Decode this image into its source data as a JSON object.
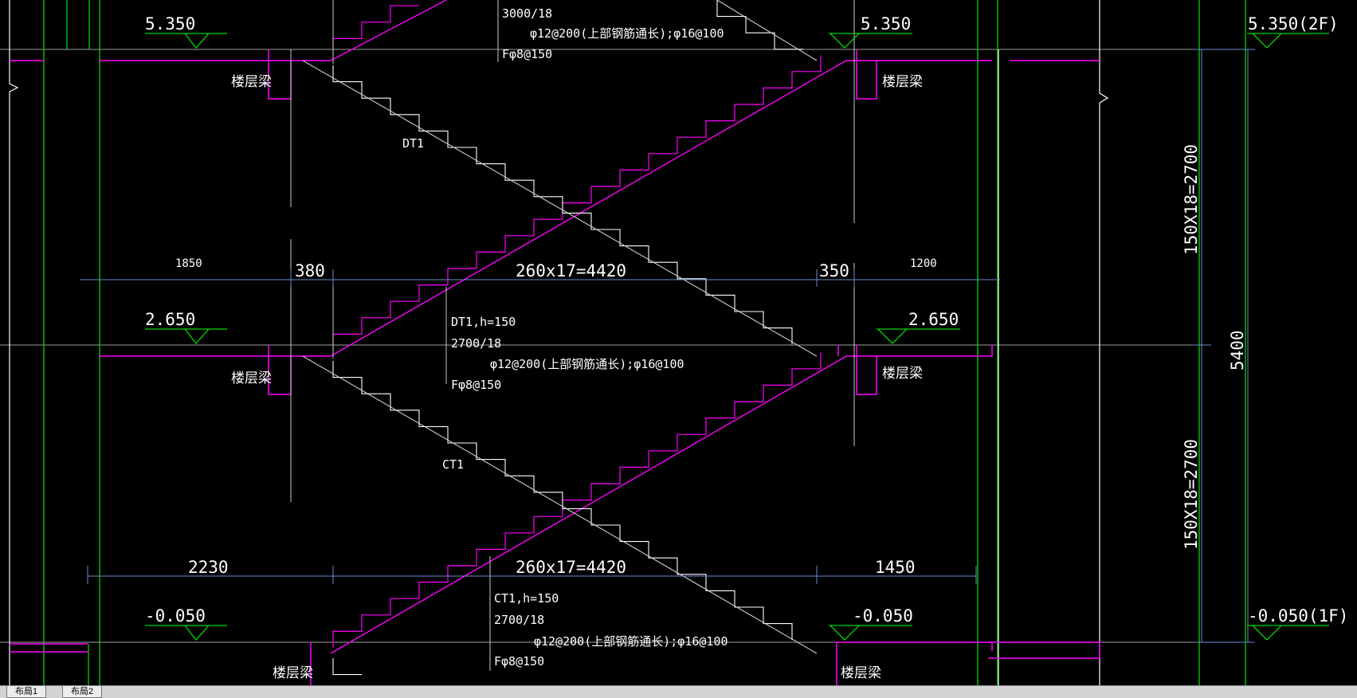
{
  "elevations": {
    "e2f_left": "5.350",
    "e2f_right": "5.350",
    "e2f_axis": "5.350(2F)",
    "emid_left": "2.650",
    "emid_right": "2.650",
    "e1f_left": "-0.050",
    "e1f_right": "-0.050",
    "e1f_axis": "-0.050(1F)"
  },
  "upper_flight": {
    "label": "DT1",
    "note_top": "3000/18",
    "rebar": "φ12@200(上部钢筋通长);φ16@100",
    "dist": "Fφ8@150"
  },
  "mid_flight": {
    "label": "DT1,h=150",
    "steps": "2700/18",
    "rebar": "φ12@200(上部钢筋通长);φ16@100",
    "dist": "Fφ8@150"
  },
  "lower_flight": {
    "label": "CT1",
    "header": "CT1,h=150",
    "steps": "2700/18",
    "rebar": "φ12@200(上部钢筋通长);φ16@100",
    "dist": "Fφ8@150"
  },
  "beam_label": "楼层梁",
  "dims_mid": [
    "1850",
    "380",
    "260x17=4420",
    "350",
    "1200"
  ],
  "dims_low": [
    "2230",
    "260x17=4420",
    "1450"
  ],
  "vdims": {
    "upper": "150X18=2700",
    "lower": "150X18=2700",
    "total": "5400"
  },
  "tabs": [
    "布局1",
    "布局2"
  ],
  "colors": {
    "background": "#000000",
    "stair": "#ff00ff",
    "grid": "#00ff00",
    "text": "#ffffff",
    "dimension": "#6b8ccf",
    "axis": "#bdbdbd"
  }
}
